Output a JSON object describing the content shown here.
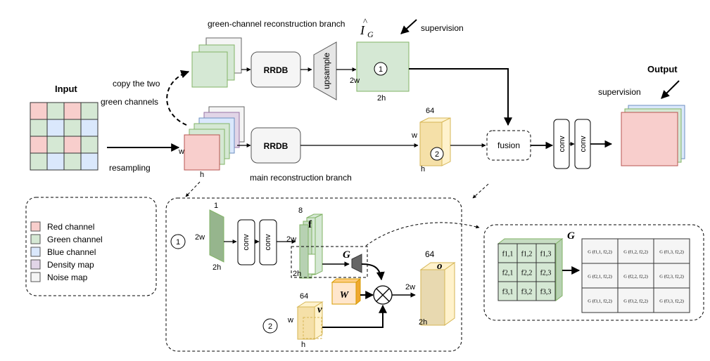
{
  "top_branch": {
    "title": "green-channel reconstruction branch",
    "rrdb": "RRDB",
    "upsample": "upsample",
    "ig_symbol": "I",
    "ig_hat": "^",
    "ig_sub": "G",
    "supervision": "supervision",
    "circle_num": "1",
    "dim_w": "2w",
    "dim_h": "2h"
  },
  "input": {
    "label": "Input",
    "resampling": "resampling",
    "copy_line1": "copy the two",
    "copy_line2": "green channels"
  },
  "main_branch": {
    "rrdb": "RRDB",
    "title": "main reconstruction branch",
    "dim_w": "w",
    "dim_h": "h",
    "feat_c": "64",
    "feat_w": "w",
    "feat_h": "h",
    "circle_num": "2"
  },
  "fusion": {
    "label": "fusion",
    "conv1": "conv",
    "conv2": "conv"
  },
  "output": {
    "label": "Output",
    "supervision": "supervision"
  },
  "legend": {
    "items": [
      {
        "label": "Red channel",
        "color": "#f8cecc"
      },
      {
        "label": "Green channel",
        "color": "#d5e8d4"
      },
      {
        "label": "Blue channel",
        "color": "#dae8fc"
      },
      {
        "label": "Density map",
        "color": "#e1d5e7"
      },
      {
        "label": "Noise map",
        "color": "#f5f5f5"
      }
    ]
  },
  "detail": {
    "circle1": "1",
    "circle2": "2",
    "in_c": "1",
    "in_w": "2w",
    "in_h": "2h",
    "conv1": "conv",
    "conv2": "conv",
    "f_c": "8",
    "f_w": "2w",
    "f_h": "2h",
    "f_sym": "f",
    "g_sym": "G",
    "w_sym": "W",
    "v_c": "64",
    "v_sym": "v",
    "v_w": "w",
    "v_h": "h",
    "o_c": "64",
    "o_sym": "o",
    "o_w": "2w",
    "o_h": "2h"
  },
  "gram": {
    "title": "G",
    "cube": [
      "f1,1",
      "f1,2",
      "f1,3",
      "f2,1",
      "f2,2",
      "f2,3",
      "f3,1",
      "f3,2",
      "f3,3"
    ],
    "matrix": [
      [
        "G (f1,1, f2,2)",
        "G (f1,2, f2,2)",
        "G (f1,3, f2,2)"
      ],
      [
        "G (f2,1, f2,2)",
        "G (f2,2, f2,2)",
        "G (f2,3, f2,2)"
      ],
      [
        "G (f3,1, f2,2)",
        "G (f3,2, f2,2)",
        "G (f3,3, f2,2)"
      ]
    ]
  },
  "colors": {
    "red": "#f8cecc",
    "red_stroke": "#b85450",
    "green": "#d5e8d4",
    "green_stroke": "#82b366",
    "blue": "#dae8fc",
    "blue_stroke": "#6c8ebf",
    "purple": "#e1d5e7",
    "purple_stroke": "#9673a6",
    "yellow": "#fff2cc",
    "yellow_stroke": "#d6b656",
    "orange": "#ffe6cc",
    "orange_stroke": "#d79b00",
    "gray": "#f5f5f5"
  }
}
